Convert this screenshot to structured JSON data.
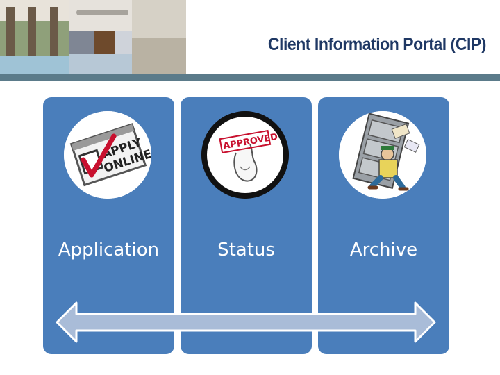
{
  "header": {
    "title": "Client Information Portal (CIP)"
  },
  "cards": [
    {
      "label": "Application",
      "icon": "apply-online-icon"
    },
    {
      "label": "Status",
      "icon": "approved-stamp-icon"
    },
    {
      "label": "Archive",
      "icon": "filing-cabinet-icon"
    }
  ],
  "colors": {
    "card": "#4a7ebb",
    "arrow": "#a9bcd8",
    "title": "#1f3864",
    "rule": "#5b7b8a"
  }
}
